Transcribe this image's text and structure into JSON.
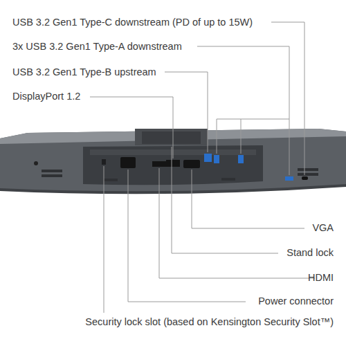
{
  "diagram": {
    "labels": [
      "USB 3.2 Gen1 Type-C downstream (PD of up to 15W)",
      "3x USB 3.2 Gen1 Type-A downstream",
      "USB 3.2 Gen1 Type-B upstream",
      "DisplayPort 1.2",
      "VGA",
      "Stand lock",
      "HDMI",
      "Power connector",
      "Security lock slot (based on Kensington Security Slot™)"
    ]
  }
}
